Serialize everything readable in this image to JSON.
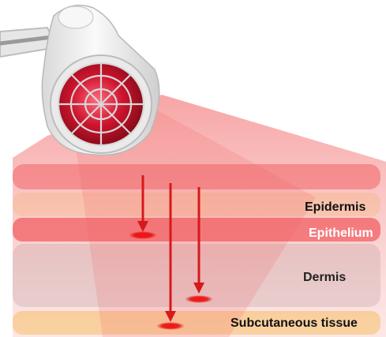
{
  "layers": [
    {
      "id": "top-band",
      "label": "",
      "color": "#f7a3a6"
    },
    {
      "id": "epidermis",
      "label": "Epidermis",
      "color": "#fbf3cf"
    },
    {
      "id": "epithelium",
      "label": "Epithelium",
      "color": "#f4787b"
    },
    {
      "id": "dermis",
      "label": "Dermis",
      "color": "#e3e3e3"
    },
    {
      "id": "subcutaneous",
      "label": "Subcutaneous tissue",
      "color": "#fbe3a0"
    }
  ],
  "colors": {
    "arrow": "#d6191b",
    "hotspot": "#e4080a",
    "lamp_body": "#f2f2f2",
    "lamp_bulb": "#c4102a"
  }
}
